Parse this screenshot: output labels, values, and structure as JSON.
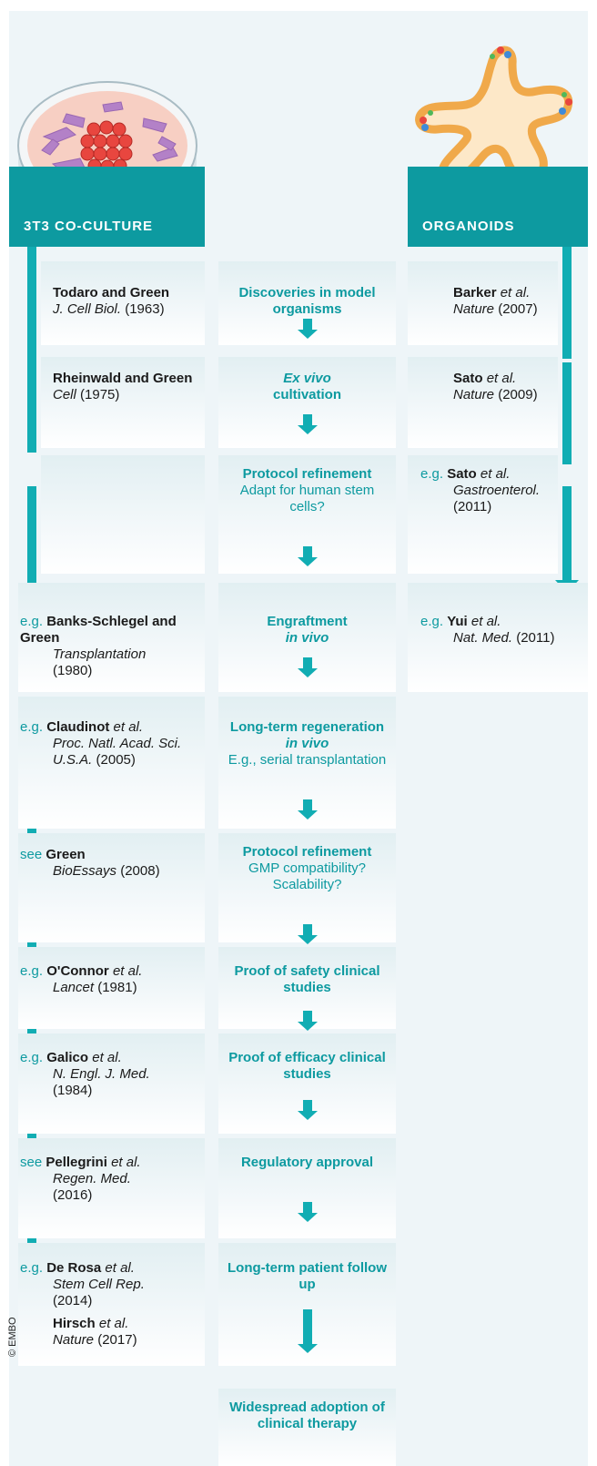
{
  "left_column": {
    "header": "3T3 CO-CULTURE",
    "refs": [
      {
        "prefix": "",
        "author": "Todaro and Green",
        "author_suffix": "",
        "journal": "J. Cell Biol.",
        "year": "(1963)"
      },
      {
        "prefix": "",
        "author": "Rheinwald and Green",
        "author_suffix": "",
        "journal": "Cell",
        "year": "(1975)"
      },
      {
        "prefix": "e.g.",
        "author": "Banks-Schlegel and Green",
        "author_suffix": "",
        "journal": "Transplantation",
        "year": "(1980)"
      },
      {
        "prefix": "e.g.",
        "author": "Claudinot",
        "author_suffix": "et al.",
        "journal": "Proc. Natl. Acad. Sci. U.S.A.",
        "year": "(2005)"
      },
      {
        "prefix": "see",
        "author": "Green",
        "author_suffix": "",
        "journal": "BioEssays",
        "year": "(2008)"
      },
      {
        "prefix": "e.g.",
        "author": "O'Connor",
        "author_suffix": "et al.",
        "journal": "Lancet",
        "year": "(1981)"
      },
      {
        "prefix": "e.g.",
        "author": "Galico",
        "author_suffix": "et al.",
        "journal": "N. Engl. J. Med.",
        "year": "(1984)"
      },
      {
        "prefix": "see",
        "author": "Pellegrini",
        "author_suffix": "et al.",
        "journal": "Regen. Med.",
        "year": "(2016)"
      },
      {
        "prefix": "e.g.",
        "author": "De Rosa",
        "author_suffix": "et al.",
        "journal": "Stem Cell Rep.",
        "year": "(2014)"
      },
      {
        "prefix": "",
        "author": "Hirsch",
        "author_suffix": "et al.",
        "journal": "Nature",
        "year": "(2017)"
      }
    ]
  },
  "right_column": {
    "header": "ORGANOIDS",
    "refs": [
      {
        "prefix": "",
        "author": "Barker",
        "author_suffix": "et al.",
        "journal": "Nature",
        "year": "(2007)"
      },
      {
        "prefix": "",
        "author": "Sato",
        "author_suffix": "et al.",
        "journal": "Nature",
        "year": "(2009)"
      },
      {
        "prefix": "e.g.",
        "author": "Sato",
        "author_suffix": "et al.",
        "journal": "Gastroenterol.",
        "year": "(2011)"
      },
      {
        "prefix": "e.g.",
        "author": "Yui",
        "author_suffix": "et al.",
        "journal": "Nat. Med.",
        "year": "(2011)"
      }
    ]
  },
  "steps": [
    {
      "title": "Discoveries in model organisms",
      "title_italic": "",
      "sub": ""
    },
    {
      "title": "",
      "title_italic": "Ex vivo",
      "title2": "cultivation",
      "sub": ""
    },
    {
      "title": "Protocol refinement",
      "title_italic": "",
      "sub": "Adapt for human stem cells?"
    },
    {
      "title": "Engraftment",
      "title_italic": "in vivo",
      "sub": ""
    },
    {
      "title": "Long-term regeneration",
      "title_italic": "in vivo",
      "sub": "E.g., serial transplantation"
    },
    {
      "title": "Protocol refinement",
      "title_italic": "",
      "sub": "GMP compatibility? Scalability?"
    },
    {
      "title": "Proof of safety clinical studies",
      "title_italic": "",
      "sub": ""
    },
    {
      "title": "Proof of efficacy clinical studies",
      "title_italic": "",
      "sub": ""
    },
    {
      "title": "Regulatory approval",
      "title_italic": "",
      "sub": ""
    },
    {
      "title": "Long-term patient follow up",
      "title_italic": "",
      "sub": ""
    },
    {
      "title": "Widespread adoption of clinical therapy",
      "title_italic": "",
      "sub": ""
    }
  ],
  "copyright": "© EMBO",
  "colors": {
    "teal": "#0d9aa0",
    "teal_light": "#11adb3",
    "dish_pink": "#f6c9c0",
    "cell_red": "#e2423b",
    "fibroblast": "#9a62b8"
  }
}
